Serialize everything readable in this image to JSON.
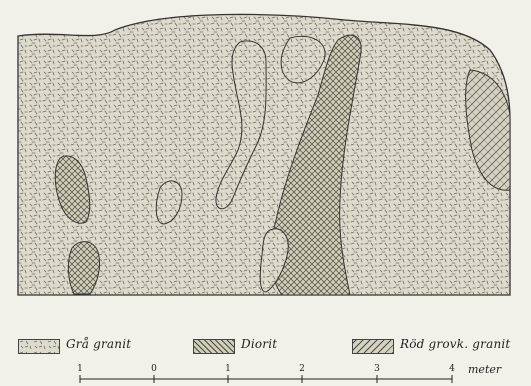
{
  "legend": [
    {
      "label": "Grå granit",
      "icon": "gray-granite-swatch"
    },
    {
      "label": "Diorit",
      "icon": "diorite-swatch"
    },
    {
      "label": "Röd grovk. granit",
      "icon": "red-coarse-granite-swatch"
    }
  ],
  "scale_bar": {
    "ticks": [
      "1",
      "0",
      "1",
      "2",
      "3",
      "4"
    ],
    "unit": "meter"
  }
}
